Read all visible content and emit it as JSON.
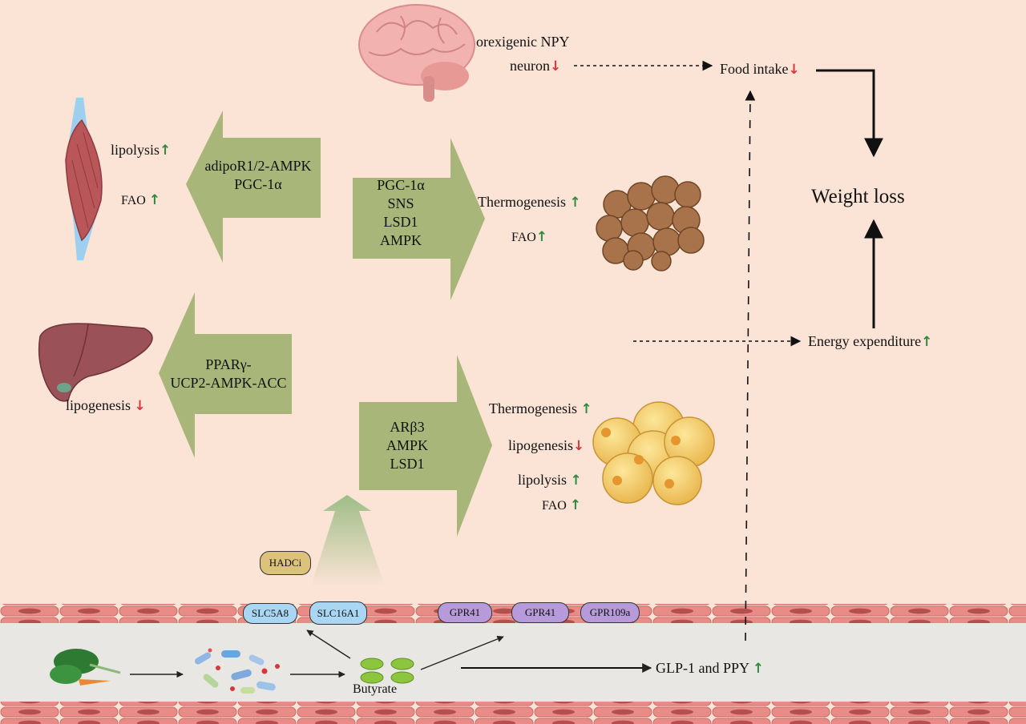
{
  "brain": {
    "line1": "orexigenic NPY",
    "line2": "neuron",
    "arrow": "down"
  },
  "food_intake": {
    "label": "Food intake",
    "arrow": "down"
  },
  "weight_loss": "Weight loss",
  "energy_expenditure": {
    "label": "Energy expenditure",
    "arrow": "up"
  },
  "muscle": {
    "lipolysis": "lipolysis",
    "fao": "FAO"
  },
  "muscle_pathway": [
    "adipoR1/2-AMPK",
    "PGC-1α"
  ],
  "brown_pathway": [
    "PGC-1α",
    "SNS",
    "LSD1",
    "AMPK"
  ],
  "brown_fat": {
    "thermogenesis": "Thermogenesis",
    "fao": "FAO"
  },
  "liver_pathway": [
    "PPARγ-",
    "UCP2-AMPK-ACC"
  ],
  "liver": {
    "lipogenesis": "lipogenesis"
  },
  "white_pathway": [
    "ARβ3",
    "AMPK",
    "LSD1"
  ],
  "white_fat": {
    "thermogenesis": "Thermogenesis",
    "lipogenesis": "lipogenesis",
    "lipolysis": "lipolysis",
    "fao": "FAO"
  },
  "hadci": "HADCi",
  "receptors": {
    "slc5a8": "SLC5A8",
    "slc16a1": "SLC16A1",
    "gpr41_a": "GPR41",
    "gpr41_b": "GPR41",
    "gpr109a": "GPR109a"
  },
  "butyrate": "Butyrate",
  "glp": {
    "label": "GLP-1 and PPY",
    "arrow": "up"
  },
  "symbols": {
    "up": "↑",
    "down": "↓"
  },
  "colors": {
    "background": "#fbe3d6",
    "pathway_arrow": "#a9b67a",
    "up_arrow": "#2e8b3d",
    "down_arrow": "#d9373a",
    "receptor_blue": "#a9d7f3",
    "receptor_purple": "#b69ad9",
    "hadci": "#dcc27a",
    "butyrate_green": "#8cc63f"
  }
}
